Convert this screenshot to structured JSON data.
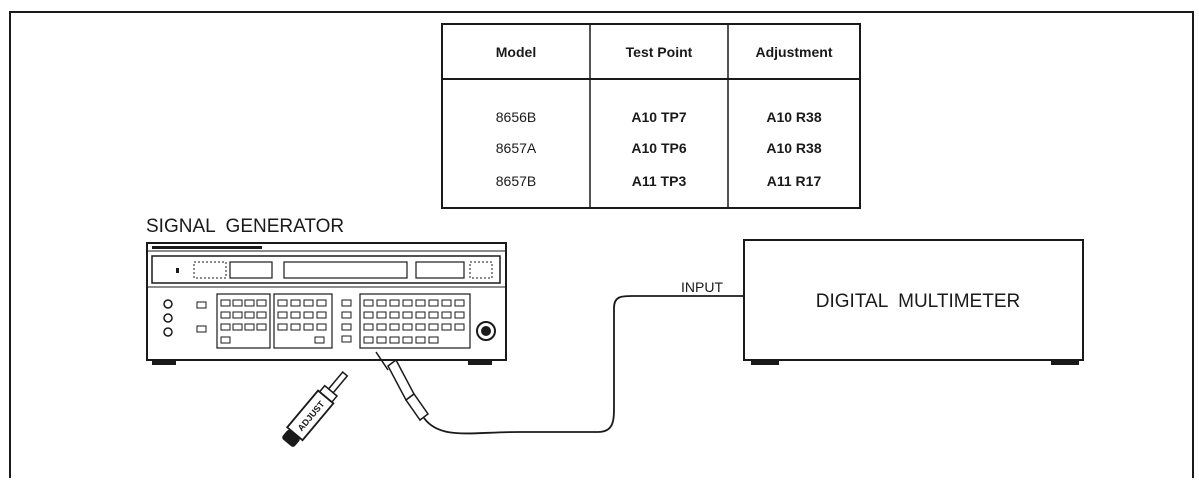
{
  "table": {
    "headers": [
      "Model",
      "Test Point",
      "Adjustment"
    ],
    "rows": [
      [
        "8656B",
        "A10 TP7",
        "A10 R38"
      ],
      [
        "8657A",
        "A10 TP6",
        "A10 R38"
      ],
      [
        "8657B",
        "A11 TP3",
        "A11 R17"
      ]
    ]
  },
  "signal_generator": {
    "label": "SIGNAL  GENERATOR"
  },
  "adjust_tool": {
    "label": "ADJUST"
  },
  "multimeter": {
    "label": "DIGITAL  MULTIMETER",
    "input_label": "INPUT"
  },
  "colors": {
    "ink": "#1a1a1a",
    "paper": "#ffffff"
  }
}
